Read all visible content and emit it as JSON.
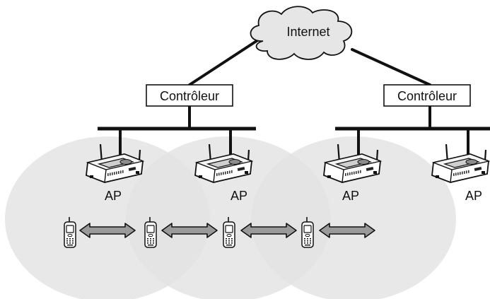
{
  "internet": {
    "label": "Internet"
  },
  "controllers": [
    {
      "label": "Contrôleur"
    },
    {
      "label": "Contrôleur"
    }
  ],
  "access_points": [
    {
      "label": "AP"
    },
    {
      "label": "AP"
    },
    {
      "label": "AP"
    },
    {
      "label": "AP"
    }
  ],
  "colors": {
    "coverage": "#e2e2e2",
    "line": "#111111",
    "arrow_fill": "#9a9a9a",
    "cloud_fill": "#e6e6e6"
  }
}
